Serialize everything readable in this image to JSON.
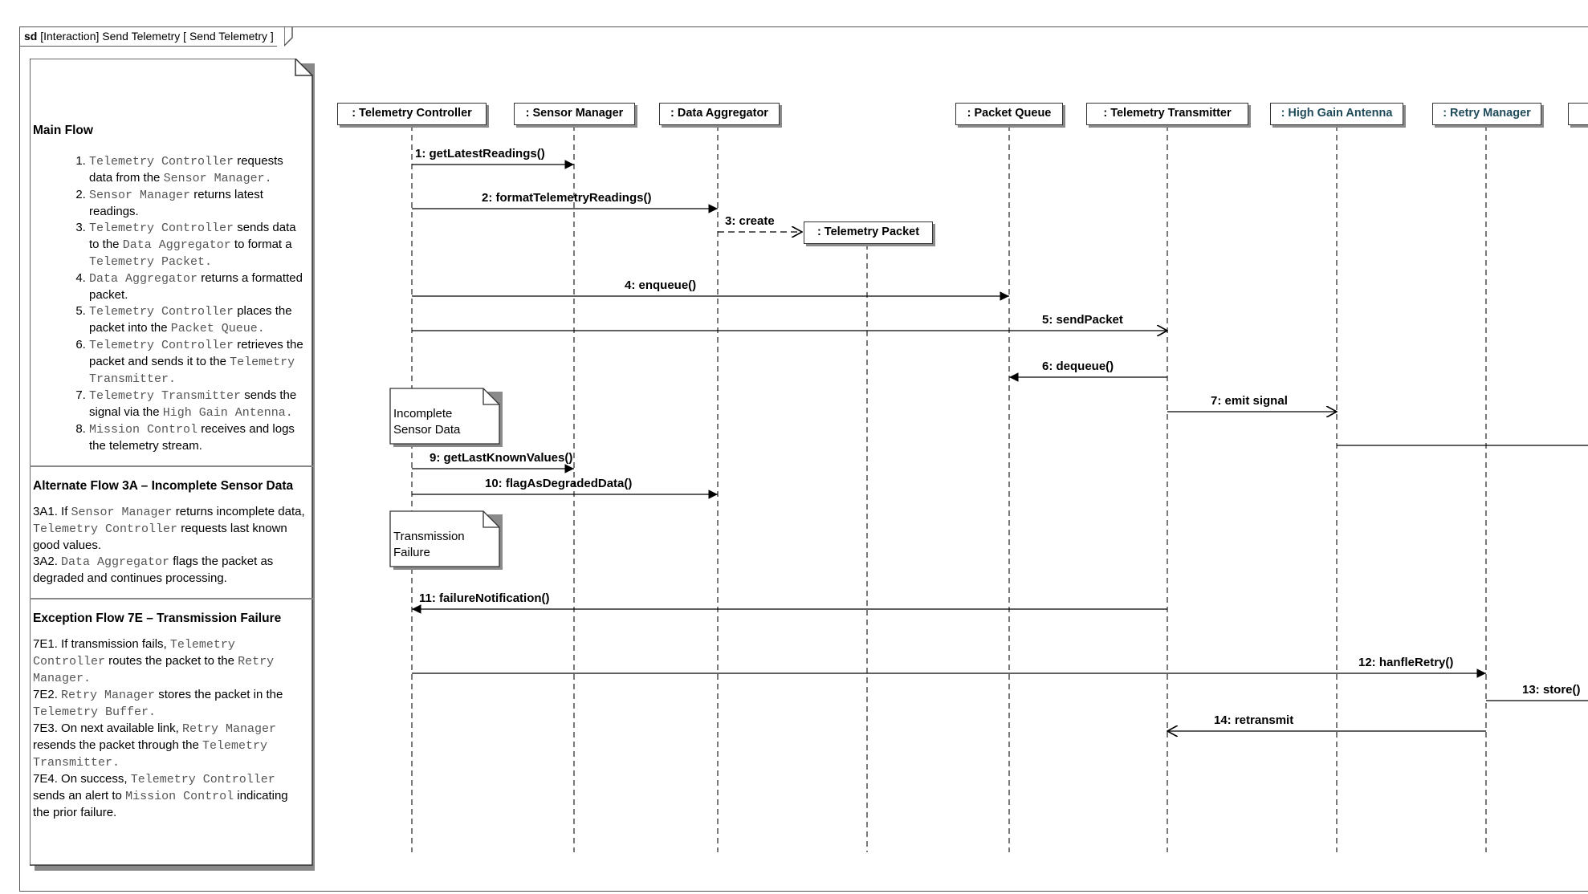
{
  "frame": {
    "kind": "sd",
    "title": "[Interaction] Send Telemetry [ Send Telemetry ]"
  },
  "notes": {
    "main_flow_title": "Main Flow",
    "main_flow": [
      [
        {
          "m": "Telemetry Controller"
        },
        {
          "t": " requests data from the "
        },
        {
          "m": "Sensor Manager"
        },
        {
          "m": "."
        }
      ],
      [
        {
          "m": "Sensor Manager"
        },
        {
          "t": " returns latest readings."
        }
      ],
      [
        {
          "m": "Telemetry Controller"
        },
        {
          "t": " sends data to the "
        },
        {
          "m": "Data Aggregator"
        },
        {
          "t": " to format a "
        },
        {
          "m": "Telemetry Packet"
        },
        {
          "m": "."
        }
      ],
      [
        {
          "m": "Data Aggregator"
        },
        {
          "t": " returns a formatted packet."
        }
      ],
      [
        {
          "m": "Telemetry Controller"
        },
        {
          "t": " places the packet into the "
        },
        {
          "m": "Packet Queue"
        },
        {
          "m": "."
        }
      ],
      [
        {
          "m": "Telemetry Controller"
        },
        {
          "t": " retrieves the packet and sends it to the "
        },
        {
          "m": "Telemetry Transmitter"
        },
        {
          "m": "."
        }
      ],
      [
        {
          "m": "Telemetry Transmitter"
        },
        {
          "t": " sends the signal via the "
        },
        {
          "m": "High Gain Antenna"
        },
        {
          "m": "."
        }
      ],
      [
        {
          "m": "Mission Control"
        },
        {
          "t": " receives and logs the telemetry stream."
        }
      ]
    ],
    "alt_flow_title": "Alternate Flow 3A – Incomplete Sensor Data",
    "alt_flow": [
      [
        {
          "t": "3A1. If "
        },
        {
          "m": "Sensor Manager"
        },
        {
          "t": " returns incomplete data, "
        },
        {
          "m": "Telemetry Controller"
        },
        {
          "t": " requests last known good values."
        }
      ],
      [
        {
          "t": "3A2. "
        },
        {
          "m": "Data Aggregator"
        },
        {
          "t": " flags the packet as degraded and continues processing."
        }
      ]
    ],
    "exc_flow_title": "Exception Flow 7E – Transmission Failure",
    "exc_flow": [
      [
        {
          "t": "7E1. If transmission fails, "
        },
        {
          "m": "Telemetry Controller"
        },
        {
          "t": " routes the packet to the "
        },
        {
          "m": "Retry Manager"
        },
        {
          "m": "."
        }
      ],
      [
        {
          "t": "7E2. "
        },
        {
          "m": "Retry Manager"
        },
        {
          "t": " stores the packet in the "
        },
        {
          "m": "Telemetry Buffer"
        },
        {
          "m": "."
        }
      ],
      [
        {
          "t": "7E3. On next available link, "
        },
        {
          "m": "Retry Manager"
        },
        {
          "t": " resends the packet through the "
        },
        {
          "m": "Telemetry Transmitter"
        },
        {
          "m": "."
        }
      ],
      [
        {
          "t": "7E4. On success, "
        },
        {
          "m": "Telemetry Controller"
        },
        {
          "t": " sends an alert to "
        },
        {
          "m": "Mission Control"
        },
        {
          "t": " indicating the prior failure."
        }
      ]
    ]
  },
  "lifelines": [
    {
      "id": "tc",
      "label": ": Telemetry Controller",
      "color": "#000000"
    },
    {
      "id": "sm",
      "label": ": Sensor Manager",
      "color": "#000000"
    },
    {
      "id": "da",
      "label": ": Data Aggregator",
      "color": "#000000"
    },
    {
      "id": "tp",
      "label": ": Telemetry Packet",
      "color": "#000000"
    },
    {
      "id": "pq",
      "label": ": Packet Queue",
      "color": "#000000"
    },
    {
      "id": "tt",
      "label": ": Telemetry Transmitter",
      "color": "#000000"
    },
    {
      "id": "hga",
      "label": ": High Gain Antenna",
      "color": "#1f4a5a"
    },
    {
      "id": "rm",
      "label": ": Retry Manager",
      "color": "#1f4a5a"
    },
    {
      "id": "te",
      "label": ": Te",
      "color": "#000000"
    }
  ],
  "messages": [
    {
      "label": "1: getLatestReadings()",
      "from": "tc",
      "to": "sm",
      "kind": "sync"
    },
    {
      "label": "2: formatTelemetryReadings()",
      "from": "tc",
      "to": "da",
      "kind": "sync"
    },
    {
      "label": "3: create",
      "from": "da",
      "to": "tp",
      "kind": "create"
    },
    {
      "label": "4: enqueue()",
      "from": "tc",
      "to": "pq",
      "kind": "sync"
    },
    {
      "label": "5: sendPacket",
      "from": "tc",
      "to": "tt",
      "kind": "async"
    },
    {
      "label": "6: dequeue()",
      "from": "tt",
      "to": "pq",
      "kind": "sync"
    },
    {
      "label": "7: emit signal",
      "from": "tt",
      "to": "hga",
      "kind": "async"
    },
    {
      "label": "9: getLastKnownValues()",
      "from": "tc",
      "to": "sm",
      "kind": "sync"
    },
    {
      "label": "10: flagAsDegradedData()",
      "from": "tc",
      "to": "da",
      "kind": "sync"
    },
    {
      "label": "11: failureNotification()",
      "from": "tt",
      "to": "tc",
      "kind": "sync"
    },
    {
      "label": "12: hanfleRetry()",
      "from": "tc",
      "to": "rm",
      "kind": "sync"
    },
    {
      "label": "13: store()",
      "from": "rm",
      "to": "te",
      "kind": "sync"
    },
    {
      "label": "14: retransmit",
      "from": "rm",
      "to": "tt",
      "kind": "async"
    }
  ],
  "notes_on_diagram": [
    {
      "text": "Incomplete Sensor Data"
    },
    {
      "text": "Transmission Failure"
    }
  ]
}
